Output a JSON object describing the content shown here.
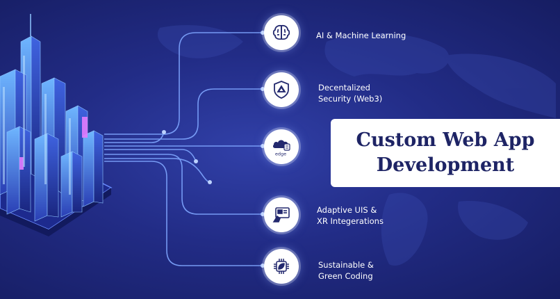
{
  "title": {
    "line1": "Custom Web App",
    "line2": "Development"
  },
  "features": [
    {
      "line1": "AI & Machine Learning",
      "line2": "",
      "icon": "brain-icon"
    },
    {
      "line1": "Decentalized",
      "line2": "Security (Web3)",
      "icon": "shield-icon"
    },
    {
      "line1": "",
      "line2": "",
      "icon": "edge-cloud-icon",
      "badge": "edge"
    },
    {
      "line1": "Adaptive UIS &",
      "line2": "XR Integerations",
      "icon": "xr-interface-icon"
    },
    {
      "line1": "Sustainable &",
      "line2": "Green Coding",
      "icon": "leaf-chip-icon"
    }
  ],
  "colors": {
    "background": "#222c86",
    "line": "#7fa6ff",
    "card": "#ffffff",
    "title_text": "#1e2465",
    "icon_stroke": "#23296e"
  }
}
